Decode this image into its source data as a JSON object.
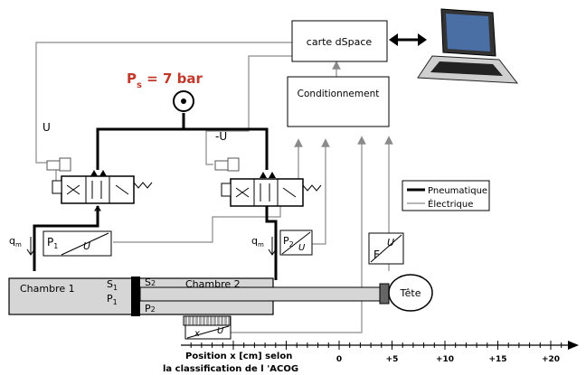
{
  "boxes": {
    "dspace": "carte dSpace",
    "conditionnement": "Conditionnement"
  },
  "supply": {
    "label": "P",
    "sub": "s",
    "value": " = 7 bar"
  },
  "signals": {
    "u": "U",
    "minus_u": "-U"
  },
  "legend": {
    "pneumatique": "Pneumatique",
    "electrique": "Électrique"
  },
  "sensors": {
    "p1": "P",
    "p1_sub": "1",
    "p2": "P",
    "p2_sub": "2",
    "u": "U",
    "f": "F",
    "x": "x"
  },
  "flow": {
    "q": "q",
    "q_sub": "m"
  },
  "cylinder": {
    "chambre1": "Chambre 1",
    "chambre2": "Chambre 2",
    "s1": "S",
    "s1_sub": "1",
    "p1": "P",
    "p1_sub": "1",
    "s2": "S",
    "s2_sub": "2",
    "p2": "P",
    "p2_sub": "2"
  },
  "load": {
    "tete": "Tête"
  },
  "axis": {
    "caption_line1": "Position x [cm] selon",
    "caption_line2": "la classification de l 'ACOG",
    "ticks": [
      "0",
      "+5",
      "+10",
      "+15",
      "+20"
    ]
  },
  "colors": {
    "pneumatic": "#000000",
    "electric": "#8a8a8a",
    "supply_text": "#c0392b",
    "cylinder": "#d6d6d6"
  }
}
